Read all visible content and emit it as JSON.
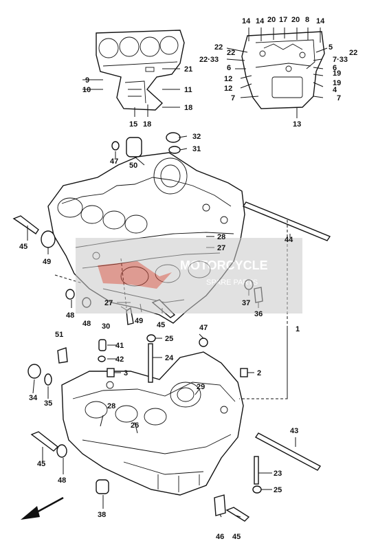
{
  "colors": {
    "ink": "#111111",
    "watermark": "#c44a3a",
    "watermark_box": "#c9c9c9"
  },
  "watermark": {
    "text": "MOTORCYCLE",
    "sub": "SPARE PARTS"
  },
  "labels": [
    {
      "t": "14"
    },
    {
      "t": "14"
    },
    {
      "t": "20"
    },
    {
      "t": "17"
    },
    {
      "t": "20"
    },
    {
      "t": "8"
    },
    {
      "t": "14"
    },
    {
      "t": "22"
    },
    {
      "t": "22"
    },
    {
      "t": "5"
    },
    {
      "t": "22"
    },
    {
      "t": "22·33"
    },
    {
      "t": "7·33"
    },
    {
      "t": "6"
    },
    {
      "t": "6"
    },
    {
      "t": "12"
    },
    {
      "t": "19"
    },
    {
      "t": "12"
    },
    {
      "t": "19"
    },
    {
      "t": "7"
    },
    {
      "t": "4"
    },
    {
      "t": "7"
    },
    {
      "t": "13"
    },
    {
      "t": "9"
    },
    {
      "t": "21"
    },
    {
      "t": "10"
    },
    {
      "t": "11"
    },
    {
      "t": "18"
    },
    {
      "t": "15"
    },
    {
      "t": "18"
    },
    {
      "t": "32"
    },
    {
      "t": "31"
    },
    {
      "t": "47"
    },
    {
      "t": "50"
    },
    {
      "t": "28"
    },
    {
      "t": "27"
    },
    {
      "t": "45"
    },
    {
      "t": "49"
    },
    {
      "t": "44"
    },
    {
      "t": "37"
    },
    {
      "t": "36"
    },
    {
      "t": "48"
    },
    {
      "t": "48"
    },
    {
      "t": "27"
    },
    {
      "t": "30"
    },
    {
      "t": "49"
    },
    {
      "t": "45"
    },
    {
      "t": "1"
    },
    {
      "t": "51"
    },
    {
      "t": "41"
    },
    {
      "t": "42"
    },
    {
      "t": "3"
    },
    {
      "t": "25"
    },
    {
      "t": "24"
    },
    {
      "t": "47"
    },
    {
      "t": "2"
    },
    {
      "t": "34"
    },
    {
      "t": "35"
    },
    {
      "t": "28"
    },
    {
      "t": "29"
    },
    {
      "t": "26"
    },
    {
      "t": "43"
    },
    {
      "t": "45"
    },
    {
      "t": "48"
    },
    {
      "t": "23"
    },
    {
      "t": "25"
    },
    {
      "t": "38"
    },
    {
      "t": "46"
    },
    {
      "t": "45"
    }
  ]
}
